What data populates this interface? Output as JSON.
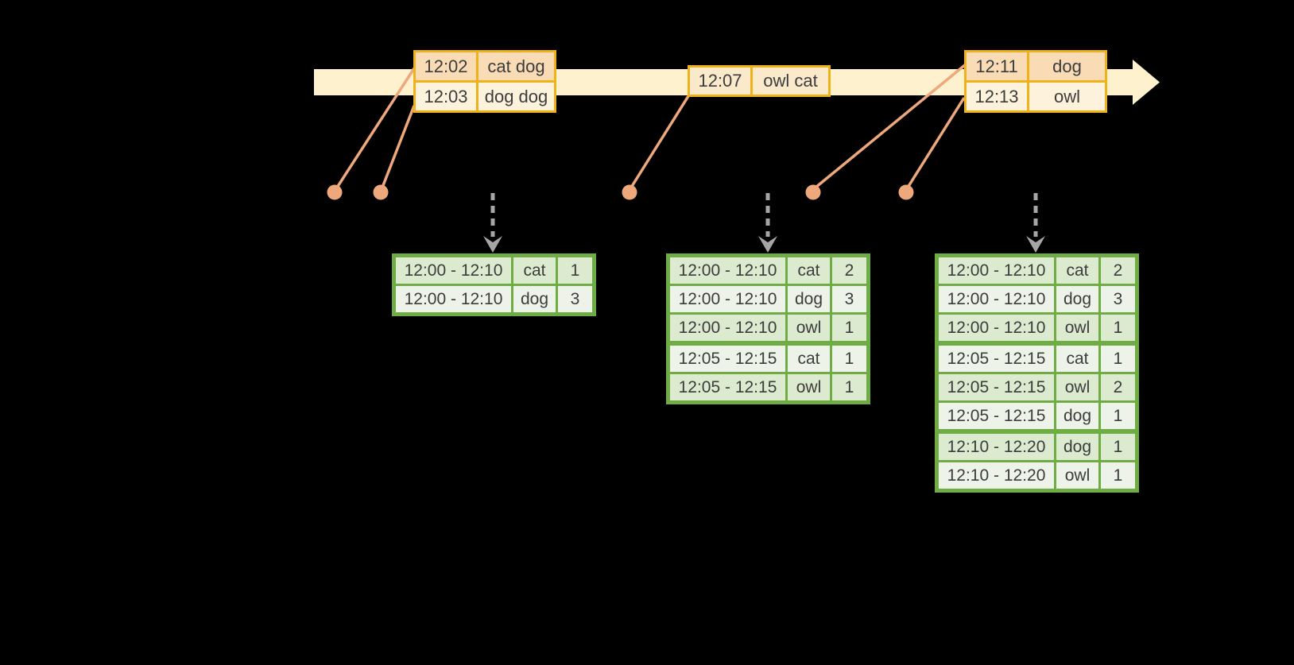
{
  "colors": {
    "background": "#000000",
    "timeline_fill": "#fdf2cd",
    "event_border": "#f0b21a",
    "event_row_peach": "#f9dcb6",
    "event_row_cream": "#fdf3dd",
    "event_row_mid": "#fbe9cb",
    "connector": "#eea87c",
    "result_border": "#6fac44",
    "result_row_dark": "#dcead0",
    "result_row_light": "#eef3e9",
    "dashed_arrow": "#a6a6a6",
    "text": "#3c3c3c"
  },
  "timeline": {
    "events": [
      {
        "rows": [
          {
            "time": "12:02",
            "words": "cat dog"
          },
          {
            "time": "12:03",
            "words": "dog dog"
          }
        ]
      },
      {
        "rows": [
          {
            "time": "12:07",
            "words": "owl cat"
          }
        ]
      },
      {
        "rows": [
          {
            "time": "12:11",
            "words": "dog"
          },
          {
            "time": "12:13",
            "words": "owl"
          }
        ]
      }
    ]
  },
  "result_tables": [
    {
      "rows": [
        {
          "window": "12:00 - 12:10",
          "word": "cat",
          "count": "1"
        },
        {
          "window": "12:00 - 12:10",
          "word": "dog",
          "count": "3"
        }
      ]
    },
    {
      "rows": [
        {
          "window": "12:00 - 12:10",
          "word": "cat",
          "count": "2"
        },
        {
          "window": "12:00 - 12:10",
          "word": "dog",
          "count": "3"
        },
        {
          "window": "12:00 - 12:10",
          "word": "owl",
          "count": "1"
        },
        {
          "window": "12:05 - 12:15",
          "word": "cat",
          "count": "1"
        },
        {
          "window": "12:05 - 12:15",
          "word": "owl",
          "count": "1"
        }
      ]
    },
    {
      "rows": [
        {
          "window": "12:00 - 12:10",
          "word": "cat",
          "count": "2"
        },
        {
          "window": "12:00 - 12:10",
          "word": "dog",
          "count": "3"
        },
        {
          "window": "12:00 - 12:10",
          "word": "owl",
          "count": "1"
        },
        {
          "window": "12:05 - 12:15",
          "word": "cat",
          "count": "1"
        },
        {
          "window": "12:05 - 12:15",
          "word": "owl",
          "count": "2"
        },
        {
          "window": "12:05 - 12:15",
          "word": "dog",
          "count": "1"
        },
        {
          "window": "12:10 - 12:20",
          "word": "dog",
          "count": "1"
        },
        {
          "window": "12:10 - 12:20",
          "word": "owl",
          "count": "1"
        }
      ]
    }
  ]
}
